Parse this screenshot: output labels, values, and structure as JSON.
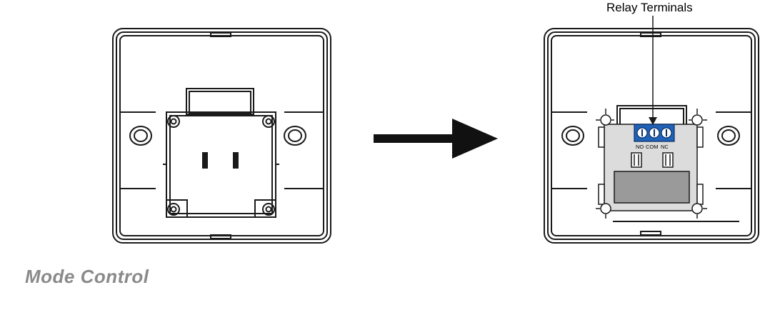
{
  "diagram": {
    "callout_label": "Relay Terminals",
    "terminal_labels": [
      "NO",
      "COM",
      "NC"
    ]
  },
  "section_heading": "Mode Control",
  "colors": {
    "outline": "#1a1a1a",
    "relay_board": "#dcdcdc",
    "relay_window": "#9a9a9a",
    "terminal_block": "#1f62b8",
    "arrow": "#111111",
    "heading": "#8a8a8a"
  }
}
